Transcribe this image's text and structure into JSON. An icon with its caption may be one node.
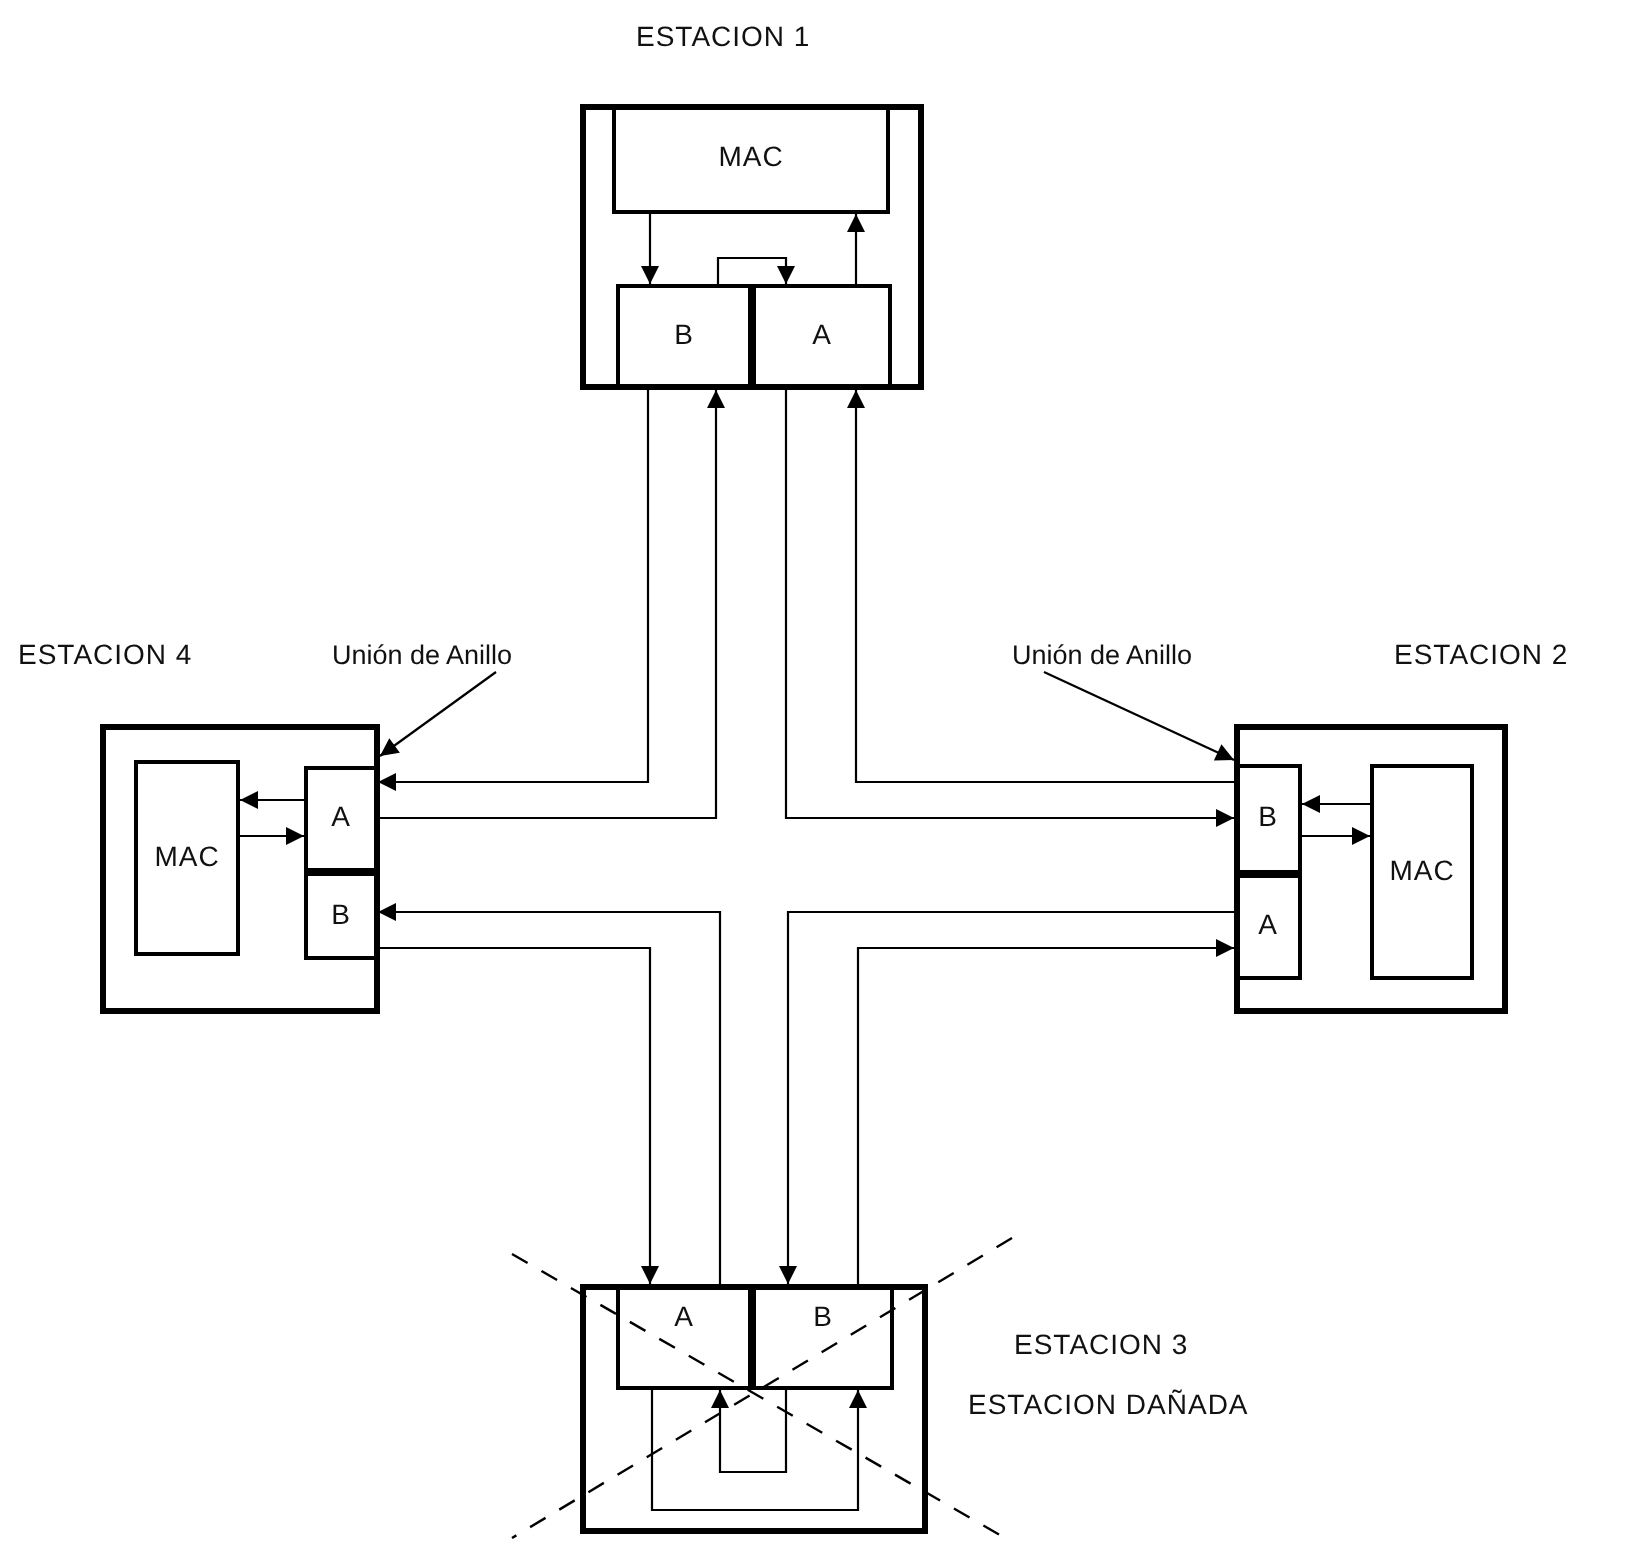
{
  "diagram": {
    "nodes": [
      {
        "text": [
          "ESTACION 1"
        ]
      },
      {
        "text": [
          "MAC"
        ],
        "in": 0
      },
      {
        "text": [
          "B"
        ],
        "in": 0
      },
      {
        "text": [
          "A"
        ],
        "in": 0
      },
      {
        "text": [
          "ESTACION 4"
        ]
      },
      {
        "text": [
          "MAC"
        ],
        "in": 4
      },
      {
        "text": [
          "A"
        ],
        "in": 4
      },
      {
        "text": [
          "B"
        ],
        "in": 4
      },
      {
        "text": [
          "ESTACION 2"
        ]
      },
      {
        "text": [
          "MAC"
        ],
        "in": 8
      },
      {
        "text": [
          "B"
        ],
        "in": 8
      },
      {
        "text": [
          "A"
        ],
        "in": 8
      },
      {
        "text": [
          "ESTACION 3",
          "ESTACION DAÑADA"
        ]
      },
      {
        "text": [
          "A"
        ],
        "in": 12
      },
      {
        "text": [
          "B"
        ],
        "in": 12
      },
      {
        "text": [
          "Unión de Anillo"
        ]
      },
      {
        "text": [
          "Unión de Anillo"
        ]
      }
    ],
    "edges": [
      {
        "from": 2,
        "to": 6,
        "arrow": "to"
      },
      {
        "from": 6,
        "to": 2,
        "arrow": "to"
      },
      {
        "from": 3,
        "to": 10,
        "arrow": "to"
      },
      {
        "from": 10,
        "to": 3,
        "arrow": "to"
      },
      {
        "from": 7,
        "to": 13,
        "arrow": "to"
      },
      {
        "from": 13,
        "to": 7,
        "arrow": "to"
      },
      {
        "from": 11,
        "to": 14,
        "arrow": "to"
      },
      {
        "from": 14,
        "to": 11,
        "arrow": "to"
      },
      {
        "from": 1,
        "to": 2,
        "arrow": "to"
      },
      {
        "from": 3,
        "to": 1,
        "arrow": "to"
      },
      {
        "from": 2,
        "to": 3,
        "arrow": "to"
      },
      {
        "from": 6,
        "to": 5,
        "arrow": "to"
      },
      {
        "from": 5,
        "to": 6,
        "arrow": "to"
      },
      {
        "from": 9,
        "to": 10,
        "arrow": "to"
      },
      {
        "from": 10,
        "to": 9,
        "arrow": "to"
      },
      {
        "from": 13,
        "to": 14,
        "arrow": "to"
      },
      {
        "from": 14,
        "to": 13,
        "arrow": "to"
      },
      {
        "from": 15,
        "to": 4,
        "arrow": "to"
      },
      {
        "from": 16,
        "to": 8,
        "arrow": "to"
      }
    ]
  }
}
